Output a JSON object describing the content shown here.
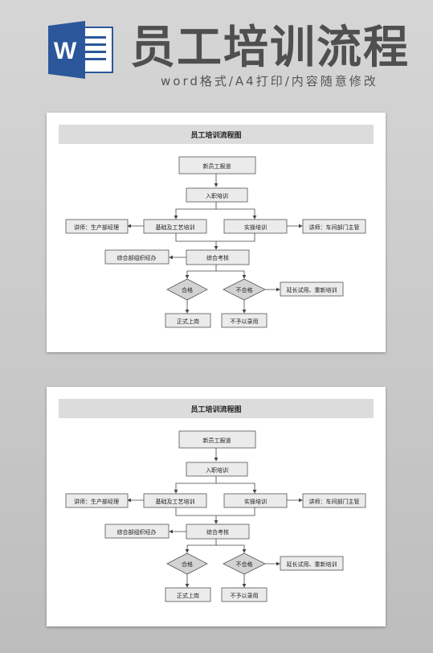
{
  "banner": {
    "title": "员工培训流程",
    "subtitle": "word格式/A4打印/内容随意修改",
    "icon_letter": "W"
  },
  "diagram": {
    "title": "员工培训流程图",
    "nodes": {
      "new_employee": "新员工报道",
      "onboarding": "入职培训",
      "basic_process": "基础及工艺培训",
      "practical": "实操培训",
      "trainer_left": "讲师：生产部经理",
      "trainer_right": "讲师：车间部门主管",
      "assessment": "综合考核",
      "organizer": "综合部组织经办",
      "pass": "合格",
      "fail": "不合格",
      "extend": "延长试用、重新培训",
      "hire": "正式上岗",
      "reject": "不予以录用"
    }
  },
  "colors": {
    "word_blue": "#2b579a",
    "box_fill": "#ebebeb",
    "box_stroke": "#555555",
    "header_fill": "#dcdcdc",
    "diamond_fill": "#d3d3d3",
    "line": "#444444"
  }
}
